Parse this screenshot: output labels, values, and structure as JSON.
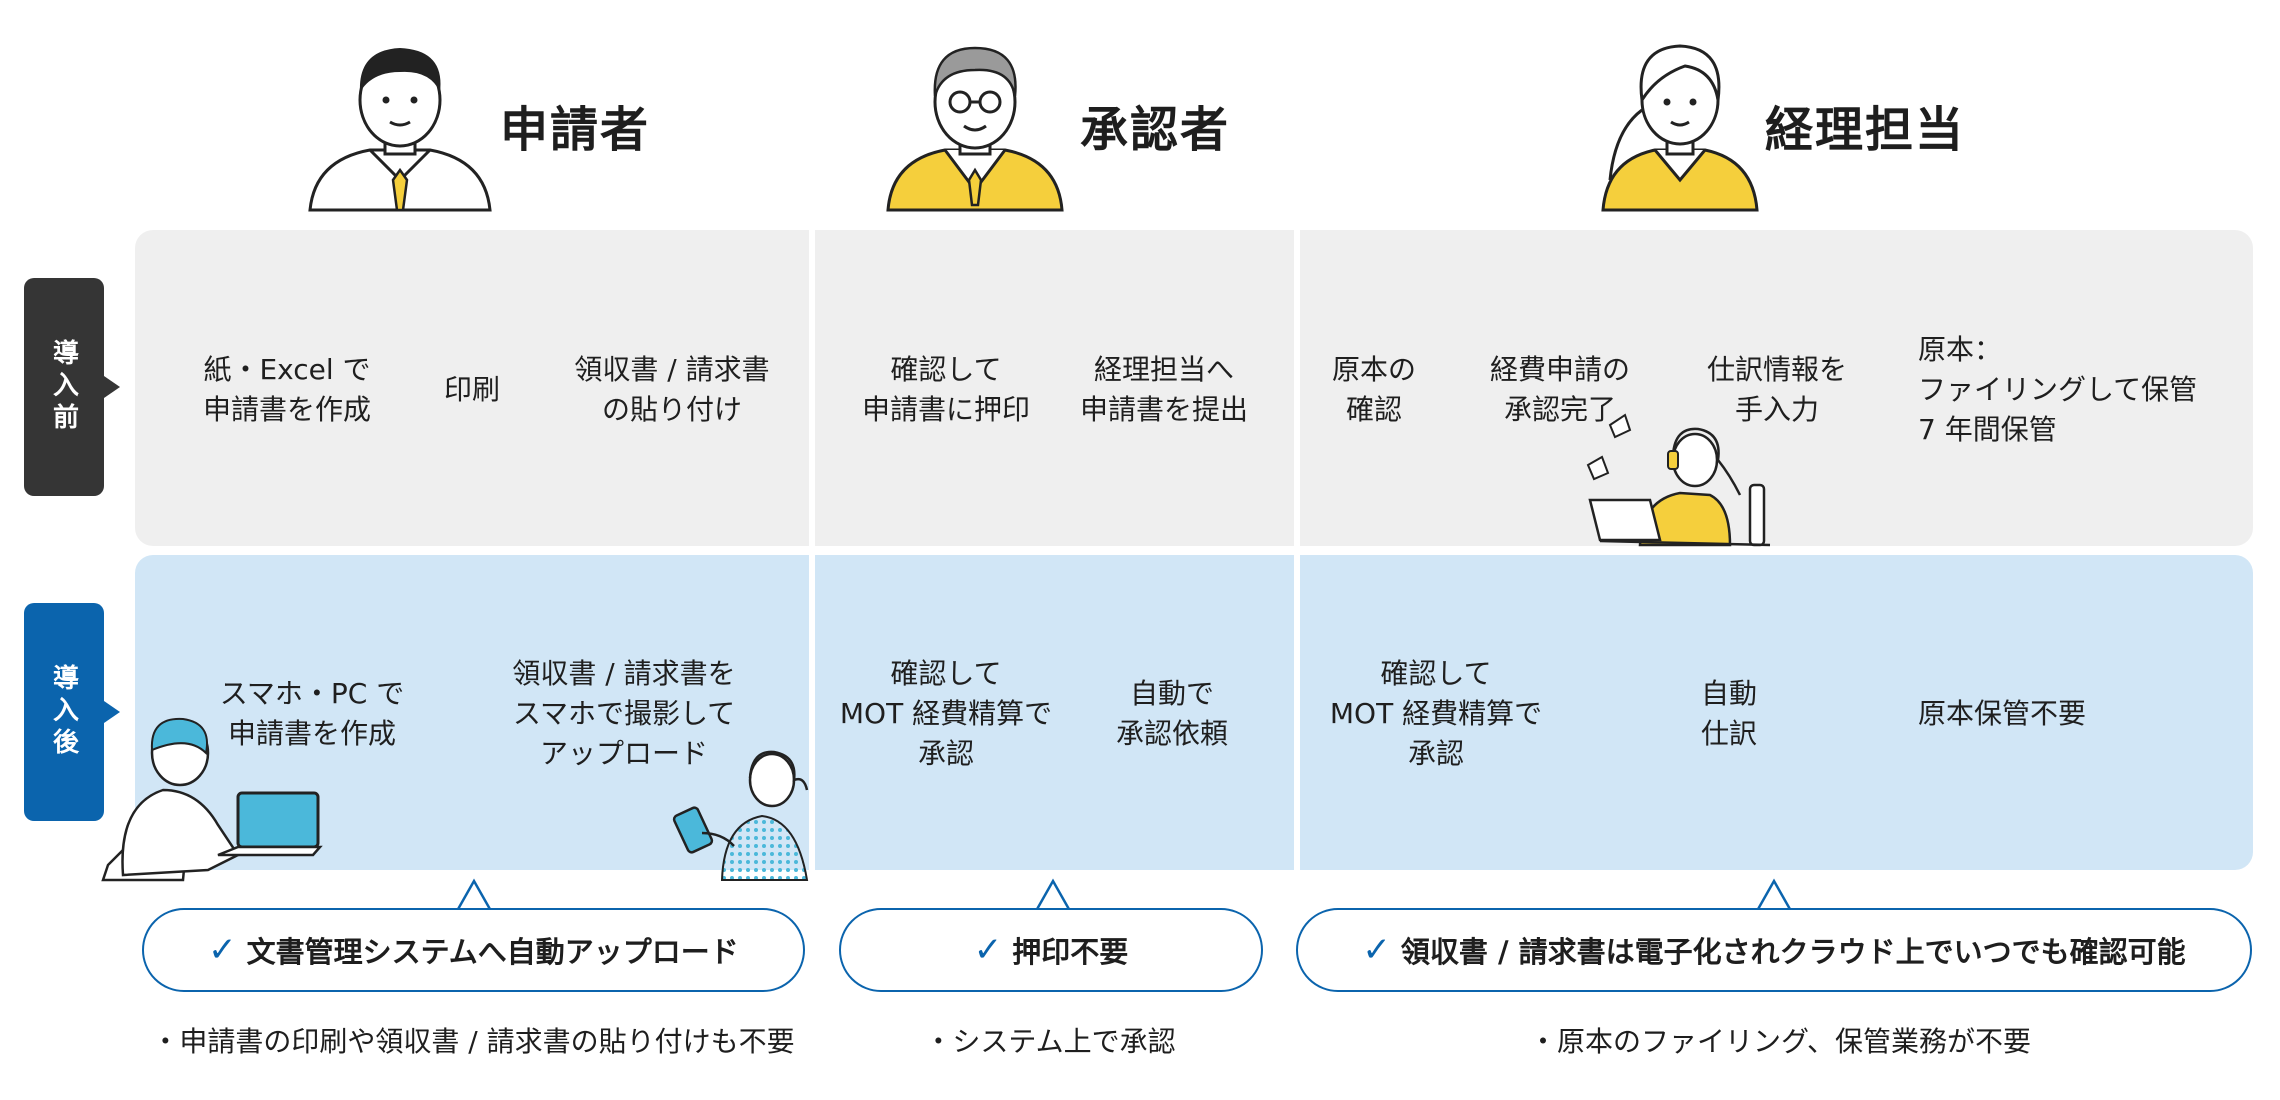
{
  "roles": [
    {
      "name": "申請者"
    },
    {
      "name": "承認者"
    },
    {
      "name": "経理担当"
    }
  ],
  "side_labels": {
    "before": "導入前",
    "after": "導入後"
  },
  "before_steps": [
    "紙・Excel で\n申請書を作成",
    "印刷",
    "領収書 / 請求書\nの貼り付け",
    "確認して\n申請書に押印",
    "経理担当へ\n申請書を提出",
    "原本の\n確認",
    "経費申請の\n承認完了",
    "仕訳情報を\n手入力",
    "原本：\nファイリングして保管\n7 年間保管"
  ],
  "after_steps": [
    "スマホ・PC で\n申請書を作成",
    "領収書 / 請求書を\nスマホで撮影して\nアップロード",
    "確認して\nMOT 経費精算で\n承認",
    "自動で\n承認依頼",
    "確認して\nMOT 経費精算で\n承認",
    "自動\n仕訳",
    "原本保管不要"
  ],
  "benefits": [
    {
      "label": "文書管理システムへ自動アップロード",
      "note": "・申請書の印刷や領収書 / 請求書の貼り付けも不要"
    },
    {
      "label": "押印不要",
      "note": "・システム上で承認"
    },
    {
      "label": "領収書 / 請求書は電子化されクラウド上でいつでも確認可能",
      "note": "・原本のファイリング、保管業務が不要"
    }
  ],
  "colors": {
    "accent": "#0b64ad",
    "yellow": "#f5cf3c",
    "before_bg": "#efefef",
    "after_bg": "#d1e6f6",
    "dark_label": "#353535"
  }
}
